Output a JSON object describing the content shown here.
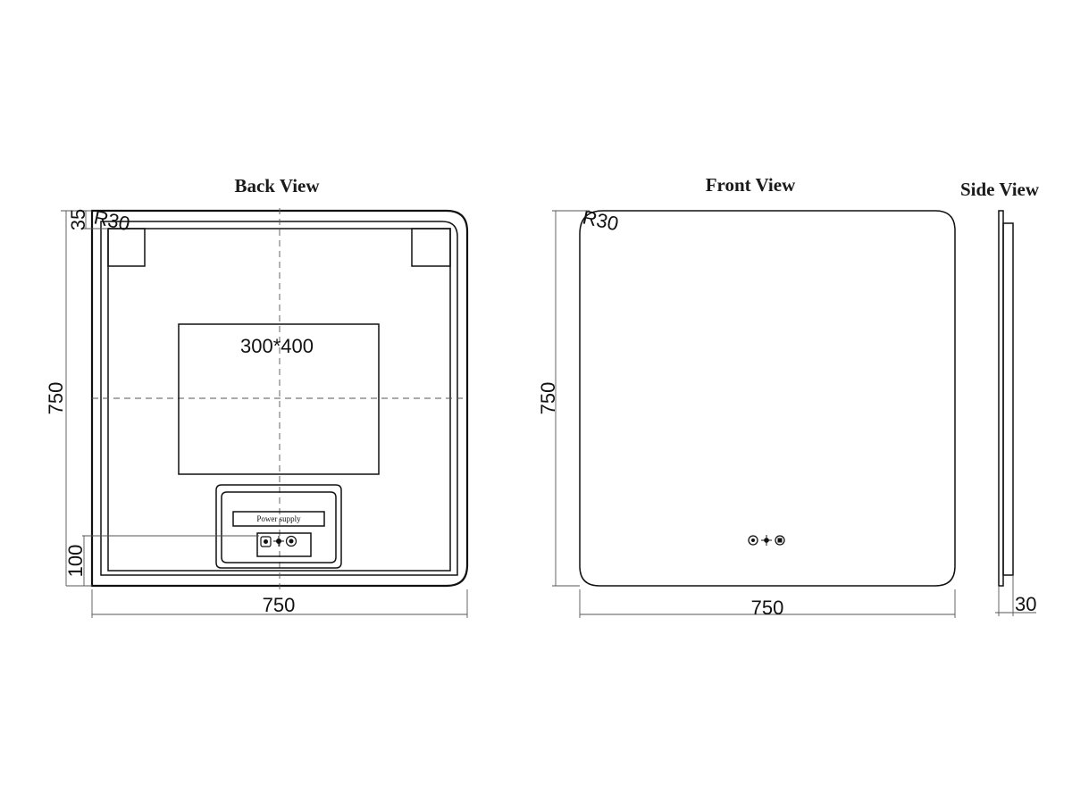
{
  "views": {
    "back": {
      "title": "Back View",
      "width_label": "750",
      "height_label": "750",
      "border_label": "35",
      "radius_label": "R30",
      "cutout_label": "300*400",
      "offset_label": "100",
      "power_label": "Power supply"
    },
    "front": {
      "title": "Front View",
      "width_label": "750",
      "height_label": "750",
      "radius_label": "R30"
    },
    "side": {
      "title": "Side View",
      "depth_label": "30"
    }
  },
  "icons": [
    "touch-button-icon",
    "dimmer-icon",
    "defog-icon"
  ]
}
